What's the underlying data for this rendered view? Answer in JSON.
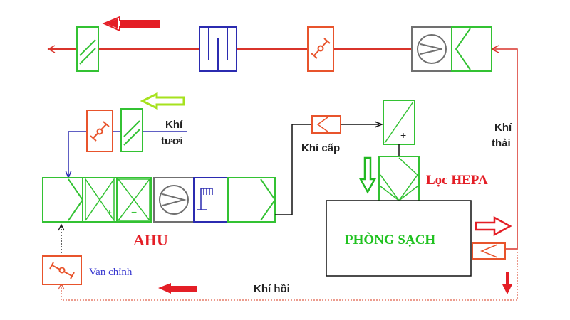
{
  "labels": {
    "fresh_air_line1": "Khí",
    "fresh_air_line2": "tươi",
    "supply_air": "Khí cấp",
    "exhaust_line1": "Khí",
    "exhaust_line2": "thải",
    "hepa_filter": "Lọc HEPA",
    "clean_room": "PHÒNG SẠCH",
    "ahu": "AHU",
    "balancing_damper": "Van chỉnh",
    "return_air": "Khí hồi"
  },
  "colors": {
    "exhaust_line": "#d9342b",
    "fresh_line": "#2b2bb0",
    "supply_line": "#111111",
    "return_line": "#e0604a",
    "component_green": "#33c233",
    "damper_orange": "#e8542c",
    "coil_blue": "#2b2bb0",
    "fan_gray": "#707070",
    "arrow_red": "#e41e26",
    "arrow_lime": "#a6e21e",
    "arrow_green": "#22b822"
  },
  "icons": [
    "fan-icon",
    "filter-icon",
    "damper-icon",
    "coil-icon",
    "heater-icon",
    "cooler-icon",
    "silencer-icon",
    "humidifier-icon",
    "flow-arrow-icon"
  ]
}
